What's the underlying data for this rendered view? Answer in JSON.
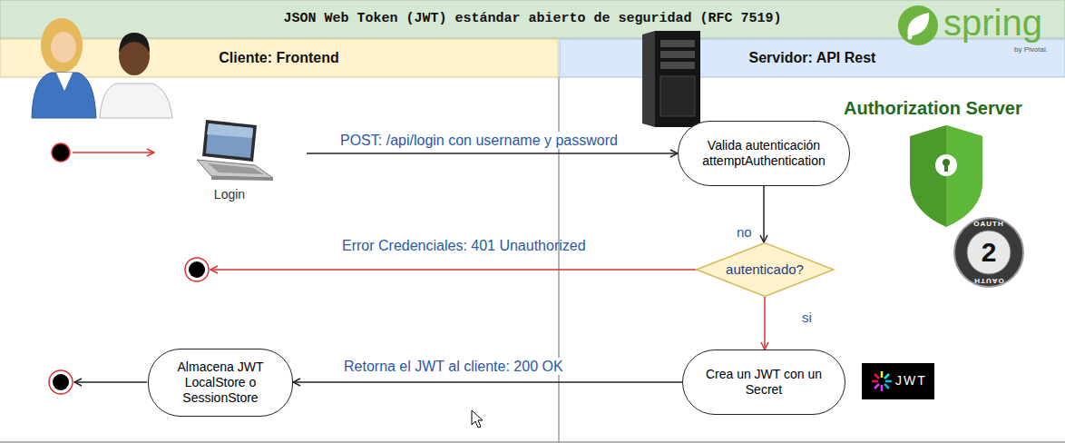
{
  "diagram": {
    "title": "JSON Web Token (JWT) estándar abierto de seguridad (RFC 7519)",
    "nodes": [
      {
        "text": [
          "Cliente: Frontend"
        ]
      },
      {
        "text": [
          "Servidor: API Rest"
        ]
      },
      {
        "text": [
          "Login"
        ]
      },
      {
        "text": [
          "Valida autenticación attemptAuthentication"
        ]
      },
      {
        "text": [
          "autenticado?"
        ]
      },
      {
        "text": [
          "Crea un JWT con un Secret"
        ]
      },
      {
        "text": [
          "Almacena JWT LocalStore o SessionStore"
        ]
      }
    ],
    "edges": [
      {
        "from": 2,
        "to": 3,
        "label": "POST: /api/login con username y password",
        "arrow": "to"
      },
      {
        "from": 3,
        "to": 4,
        "arrow": "to"
      },
      {
        "from": 4,
        "to": 5,
        "label": "si",
        "arrow": "to"
      },
      {
        "from": 5,
        "to": 6,
        "label": "Retorna el JWT al cliente: 200 OK",
        "arrow": "to"
      }
    ],
    "labels": [
      "spring",
      "by Pivotal.",
      "Authorization Server",
      "OAUTH",
      "2",
      "OAUTH",
      "no",
      "Error Credenciales: 401 Unauthorized",
      "JWT"
    ]
  }
}
